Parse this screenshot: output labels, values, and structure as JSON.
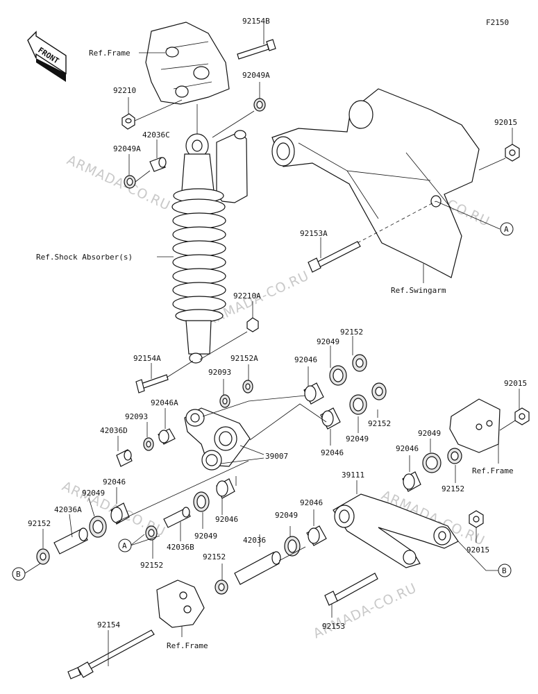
{
  "figure_code": "F2150",
  "front_badge": "FRONT",
  "watermark": "ARMADA-CO.RU",
  "refs": {
    "frame_top": "Ref.Frame",
    "shock": "Ref.Shock Absorber(s)",
    "swingarm": "Ref.Swingarm",
    "frame_right": "Ref.Frame",
    "frame_bottom": "Ref.Frame"
  },
  "callouts": {
    "a": "A",
    "b": "B"
  },
  "parts": [
    "92154B",
    "92049A",
    "92210",
    "42036C",
    "92049A",
    "92015",
    "92153A",
    "92210A",
    "92152",
    "92049",
    "92046",
    "92154A",
    "92152A",
    "92093",
    "92046A",
    "92093",
    "42036D",
    "39007",
    "92152",
    "92049",
    "92046",
    "92015",
    "92049",
    "92046",
    "92152",
    "39111",
    "92046",
    "92049",
    "42036A",
    "92152",
    "92046",
    "42036B",
    "92049",
    "92046",
    "92049",
    "92152",
    "92015",
    "92152",
    "42036",
    "92154",
    "92153"
  ]
}
